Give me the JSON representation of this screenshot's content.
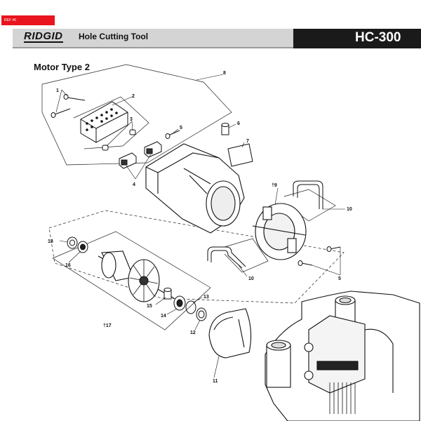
{
  "header": {
    "ref_tag": "REF #6",
    "brand": "RIDGID",
    "product_name": "Hole Cutting Tool",
    "model": "HC-300"
  },
  "section": {
    "title": "Motor Type 2"
  },
  "callouts": {
    "c1": "1",
    "c2": "2",
    "c3": "3",
    "c4": "4",
    "c5a": "5",
    "c5b": "5",
    "c6": "6",
    "c7": "7",
    "c8": "8",
    "c9": "†9",
    "c10a": "10",
    "c10b": "10",
    "c11": "11",
    "c12": "12",
    "c13": "13",
    "c14": "14",
    "c15": "15",
    "c16": "16",
    "c17": "†17",
    "c18": "18"
  }
}
